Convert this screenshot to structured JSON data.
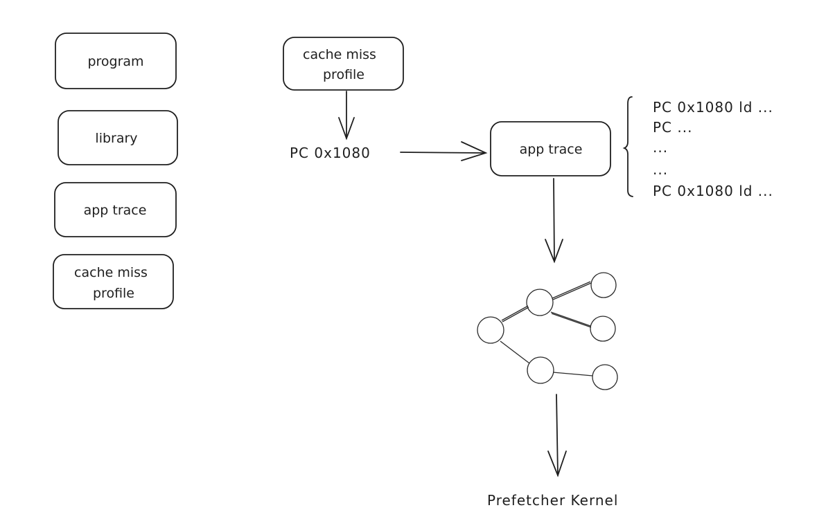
{
  "legend_boxes": [
    {
      "id": "program",
      "lines": [
        "program"
      ]
    },
    {
      "id": "library",
      "lines": [
        "library"
      ]
    },
    {
      "id": "app-trace",
      "lines": [
        "app trace"
      ]
    },
    {
      "id": "cache-miss-profile",
      "lines": [
        "cache miss",
        "profile"
      ]
    }
  ],
  "flow": {
    "profile_box": {
      "lines": [
        "cache miss",
        "profile"
      ]
    },
    "pc_label": "PC 0x1080",
    "trace_box": {
      "label": "app trace"
    },
    "trace_lines": [
      "PC 0x1080 ld ...",
      "PC ...",
      "...",
      "...",
      "PC 0x1080 ld ..."
    ],
    "output_label": "Prefetcher Kernel"
  },
  "graph": {
    "nodes": [
      "root",
      "mid-top",
      "mid-bottom",
      "leaf-1",
      "leaf-2",
      "leaf-3"
    ],
    "edges": [
      [
        "root",
        "mid-top"
      ],
      [
        "root",
        "mid-bottom"
      ],
      [
        "mid-top",
        "leaf-1"
      ],
      [
        "mid-top",
        "leaf-2"
      ],
      [
        "mid-bottom",
        "leaf-3"
      ]
    ]
  }
}
